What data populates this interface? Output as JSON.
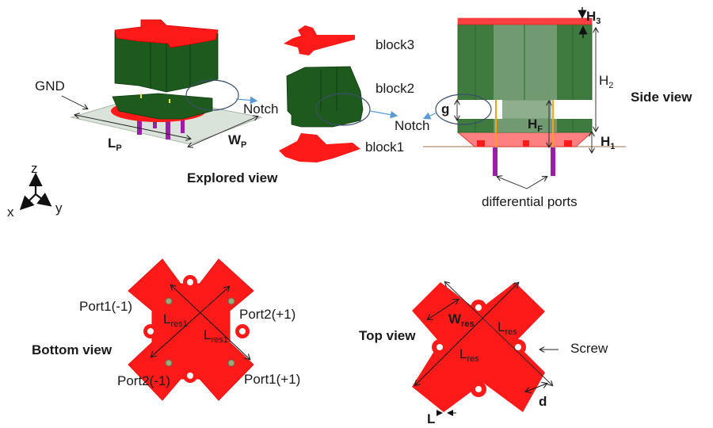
{
  "colors": {
    "red": "#ff1a1a",
    "red_dark": "#d40f0f",
    "green": "#1e5a1e",
    "green_light": "#3f7a3f",
    "gnd": "#d9e3d9",
    "port": "#9b1ea6",
    "feed": "#f5a21a",
    "arrow_blue": "#5b9bd5",
    "ellipse": "#3a4e6a",
    "ground_line": "#b08a6a"
  },
  "labels": {
    "gnd": "GND",
    "lp_main": "L",
    "lp_sub": "P",
    "wp_main": "W",
    "wp_sub": "P",
    "notch_left": "Notch",
    "notch_mid": "Notch",
    "explored_view": "Explored view",
    "block3": "block3",
    "block2": "block2",
    "block1": "block1",
    "axis_z": "z",
    "axis_x": "x",
    "axis_y": "y",
    "side_view": "Side view",
    "h3_main": "H",
    "h3_sub": "3",
    "h2_main": "H",
    "h2_sub": "2",
    "hf_main": "H",
    "hf_sub": "F",
    "h1_main": "H",
    "h1_sub": "1",
    "g": "g",
    "differential_ports": "differential ports",
    "bottom_view": "Bottom view",
    "port1_neg": "Port1(-1)",
    "port2_pos": "Port2(+1)",
    "port2_neg": "Port2(-1)",
    "port1_pos": "Port1(+1)",
    "lres1_main": "L",
    "lres1_sub": "res1",
    "top_view": "Top view",
    "wres_main": "W",
    "wres_sub": "res",
    "lres_main": "L",
    "lres_sub": "res",
    "screw": "Screw",
    "d": "d",
    "l": "L"
  }
}
